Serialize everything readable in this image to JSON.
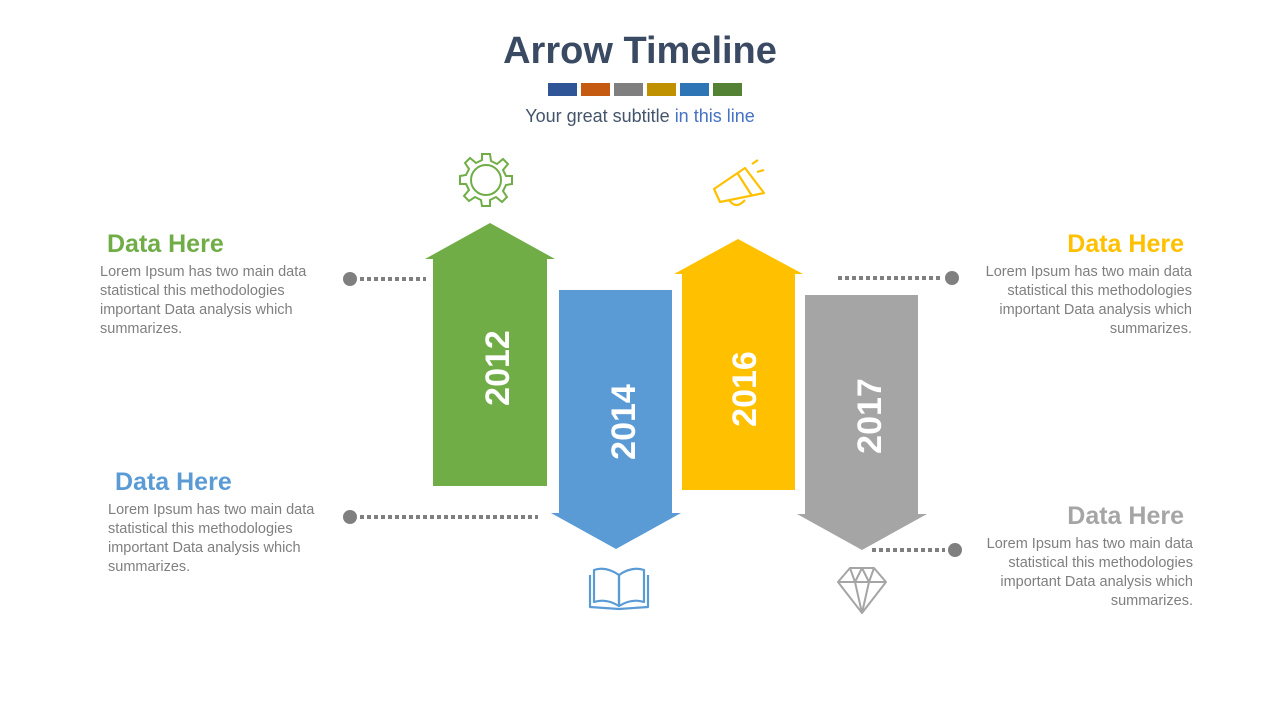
{
  "title": "Arrow Timeline",
  "subtitle_main": "Your great subtitle ",
  "subtitle_highlight": "in this line",
  "colors": {
    "title": "#3b4a63",
    "swatches": [
      "#2f5597",
      "#c55a11",
      "#7f7f7f",
      "#bf9000",
      "#2e75b6",
      "#548235"
    ],
    "green": "#70ad47",
    "blue": "#5b9bd5",
    "yellow": "#ffc000",
    "gray": "#a5a5a5"
  },
  "arrows": [
    {
      "year": "2012",
      "color": "#70ad47",
      "direction": "up",
      "icon": "gear-icon"
    },
    {
      "year": "2014",
      "color": "#5b9bd5",
      "direction": "down",
      "icon": "book-icon"
    },
    {
      "year": "2016",
      "color": "#ffc000",
      "direction": "up",
      "icon": "megaphone-icon"
    },
    {
      "year": "2017",
      "color": "#a5a5a5",
      "direction": "down",
      "icon": "diamond-icon"
    }
  ],
  "blocks": [
    {
      "heading": "Data Here",
      "text": "Lorem Ipsum has two main data statistical this methodologies important Data analysis which summarizes.",
      "color": "#70ad47"
    },
    {
      "heading": "Data Here",
      "text": "Lorem Ipsum has two main data statistical this methodologies important Data analysis which summarizes.",
      "color": "#5b9bd5"
    },
    {
      "heading": "Data Here",
      "text": "Lorem Ipsum has two main data statistical this methodologies important Data analysis which summarizes.",
      "color": "#ffc000"
    },
    {
      "heading": "Data Here",
      "text": "Lorem Ipsum has two main data statistical this methodologies important Data analysis which summarizes.",
      "color": "#a5a5a5"
    }
  ]
}
